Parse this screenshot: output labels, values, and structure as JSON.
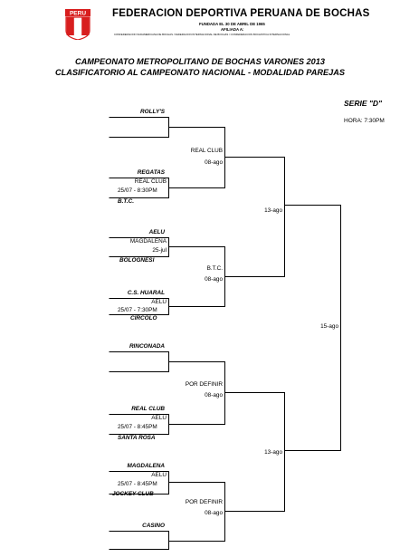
{
  "header": {
    "logo_text": "PERU",
    "org_title": "FEDERACION DEPORTIVA PERUANA DE BOCHAS",
    "founded": "FUNDADA EL 30 DE ABRIL DE 1965",
    "affiliated": "AFILIADA A:",
    "affiliations": "CONFEDERACION SUDAMERICANA DE BOCHAS / FEDERACION INTERNACIONAL DE BOCHAS / CONFEDERACION BOCHISTICA INTERNACIONAL"
  },
  "championship": {
    "line1": "CAMPEONATO METROPOLITANO DE BOCHAS VARONES 2013",
    "line2": "CLASIFICATORIO AL CAMPEONATO NACIONAL - MODALIDAD PAREJAS"
  },
  "serie": {
    "label": "SERIE \"D\"",
    "hora": "HORA: 7:30PM"
  },
  "round1": [
    {
      "team": "ROLLY'S"
    },
    {
      "team": "REGATAS",
      "venue": "REAL CLUB",
      "time": "25/07 - 8:30PM",
      "opponent": "B.T.C."
    },
    {
      "team": "AELU",
      "venue": "MAGDALENA",
      "time": "25-jul",
      "opponent": "BOLOGNESI"
    },
    {
      "team": "C.S. HUARAL",
      "venue": "AELU",
      "time": "25/07 - 7:30PM",
      "opponent": "CIRCOLO"
    },
    {
      "team": "RINCONADA"
    },
    {
      "team": "REAL CLUB",
      "venue": "AELU",
      "time": "25/07 - 8:45PM",
      "opponent": "SANTA ROSA"
    },
    {
      "team": "MAGDALENA",
      "venue": "AELU",
      "time": "25/07 - 8:45PM",
      "opponent": "JOCKEY CLUB"
    },
    {
      "team": "CASINO"
    }
  ],
  "round2": [
    {
      "venue": "REAL CLUB",
      "date": "08-ago"
    },
    {
      "venue": "B.T.C.",
      "date": "08-ago"
    },
    {
      "venue": "POR DEFINIR",
      "date": "08-ago"
    },
    {
      "venue": "POR DEFINIR",
      "date": "08-ago"
    }
  ],
  "round3": [
    {
      "date": "13-ago"
    },
    {
      "date": "13-ago"
    }
  ],
  "final": {
    "date": "15-ago"
  }
}
